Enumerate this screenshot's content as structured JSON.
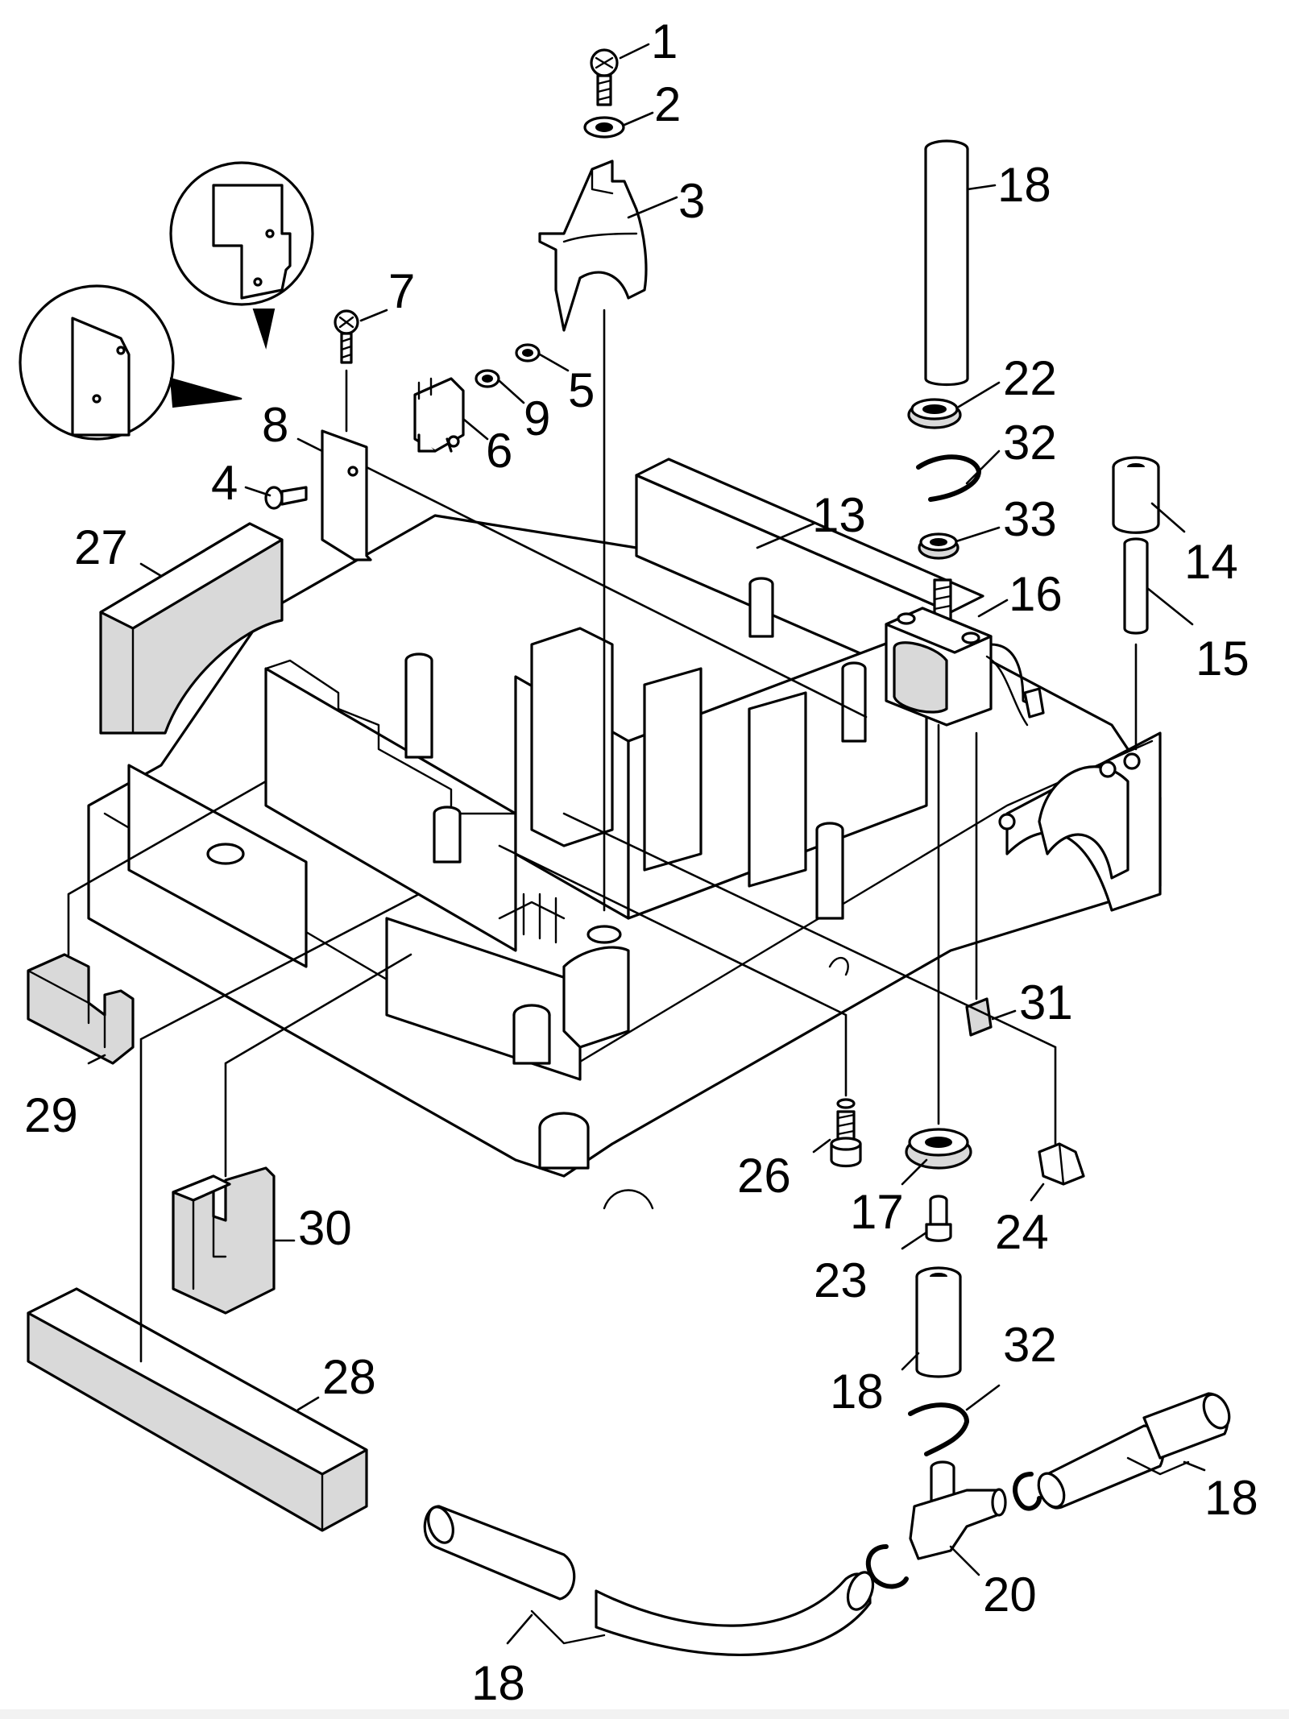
{
  "callouts": [
    {
      "id": "c1",
      "label": "1"
    },
    {
      "id": "c2",
      "label": "2"
    },
    {
      "id": "c3",
      "label": "3"
    },
    {
      "id": "c4",
      "label": "4"
    },
    {
      "id": "c5",
      "label": "5"
    },
    {
      "id": "c6",
      "label": "6"
    },
    {
      "id": "c7",
      "label": "7"
    },
    {
      "id": "c8",
      "label": "8"
    },
    {
      "id": "c9",
      "label": "9"
    },
    {
      "id": "c13",
      "label": "13"
    },
    {
      "id": "c14",
      "label": "14"
    },
    {
      "id": "c15",
      "label": "15"
    },
    {
      "id": "c16",
      "label": "16"
    },
    {
      "id": "c17",
      "label": "17"
    },
    {
      "id": "c18a",
      "label": "18"
    },
    {
      "id": "c18b",
      "label": "18"
    },
    {
      "id": "c18c",
      "label": "18"
    },
    {
      "id": "c18d",
      "label": "18"
    },
    {
      "id": "c20",
      "label": "20"
    },
    {
      "id": "c22",
      "label": "22"
    },
    {
      "id": "c23",
      "label": "23"
    },
    {
      "id": "c24",
      "label": "24"
    },
    {
      "id": "c26",
      "label": "26"
    },
    {
      "id": "c27",
      "label": "27"
    },
    {
      "id": "c28",
      "label": "28"
    },
    {
      "id": "c29",
      "label": "29"
    },
    {
      "id": "c30",
      "label": "30"
    },
    {
      "id": "c31",
      "label": "31"
    },
    {
      "id": "c32a",
      "label": "32"
    },
    {
      "id": "c32b",
      "label": "32"
    },
    {
      "id": "c33",
      "label": "33"
    }
  ]
}
